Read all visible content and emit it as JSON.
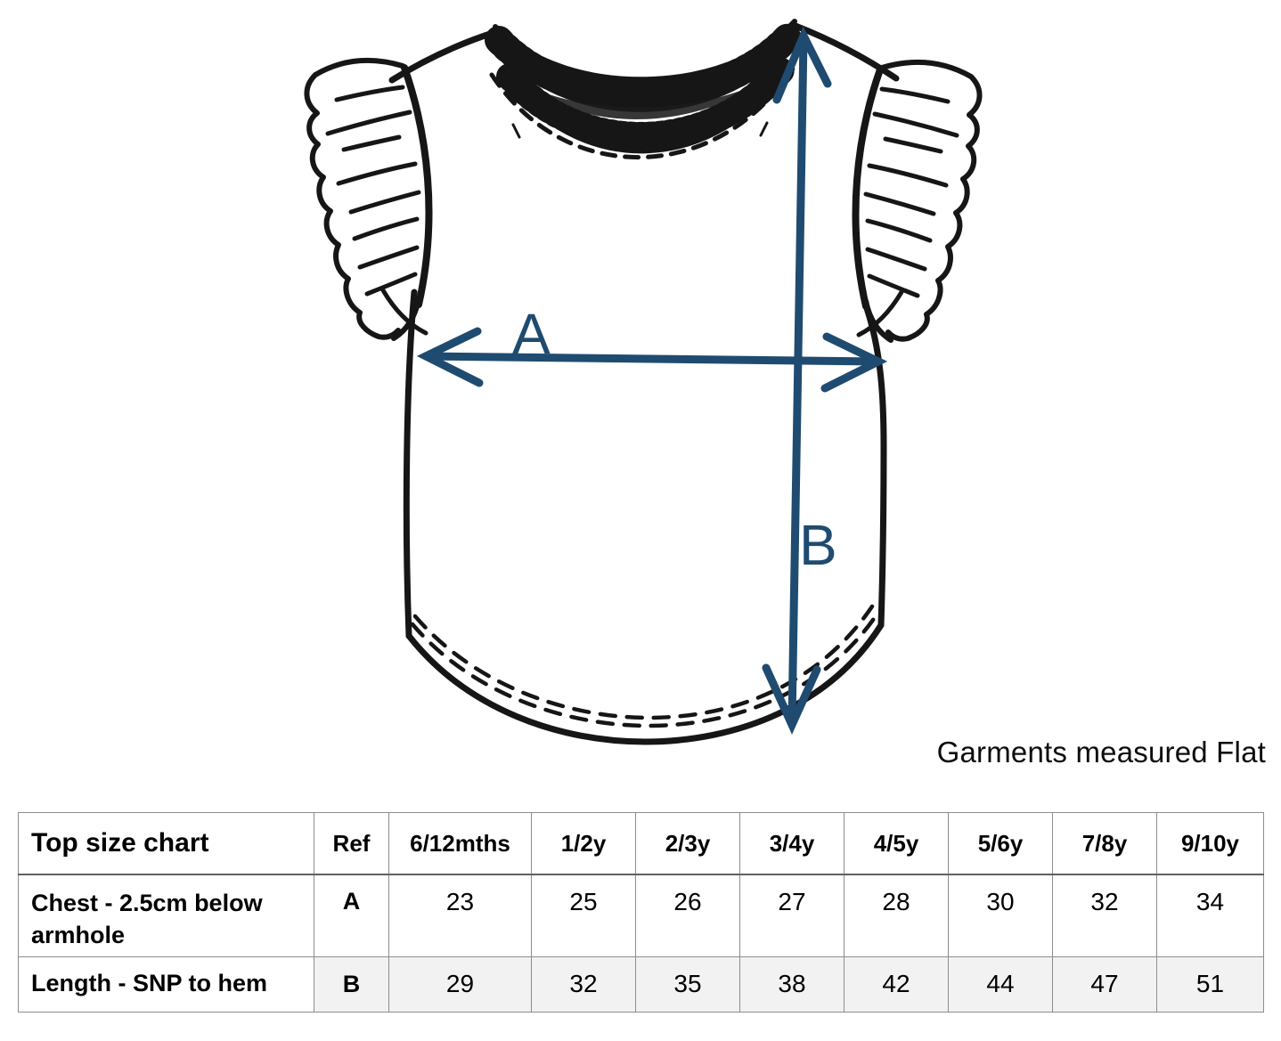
{
  "page": {
    "caption": "Garments measured Flat"
  },
  "illustration": {
    "label_a": "A",
    "label_b": "B",
    "arrow_color": "#1F4B70",
    "line_color": "#161616"
  },
  "size_table": {
    "title": "Top size chart",
    "ref_header": "Ref",
    "size_headers": [
      "6/12mths",
      "1/2y",
      "2/3y",
      "3/4y",
      "4/5y",
      "5/6y",
      "7/8y",
      "9/10y"
    ],
    "rows": [
      {
        "label": "Chest - 2.5cm below armhole",
        "ref": "A",
        "values": [
          "23",
          "25",
          "26",
          "27",
          "28",
          "30",
          "32",
          "34"
        ]
      },
      {
        "label": "Length - SNP to hem",
        "ref": "B",
        "values": [
          "29",
          "32",
          "35",
          "38",
          "42",
          "44",
          "47",
          "51"
        ]
      }
    ]
  }
}
